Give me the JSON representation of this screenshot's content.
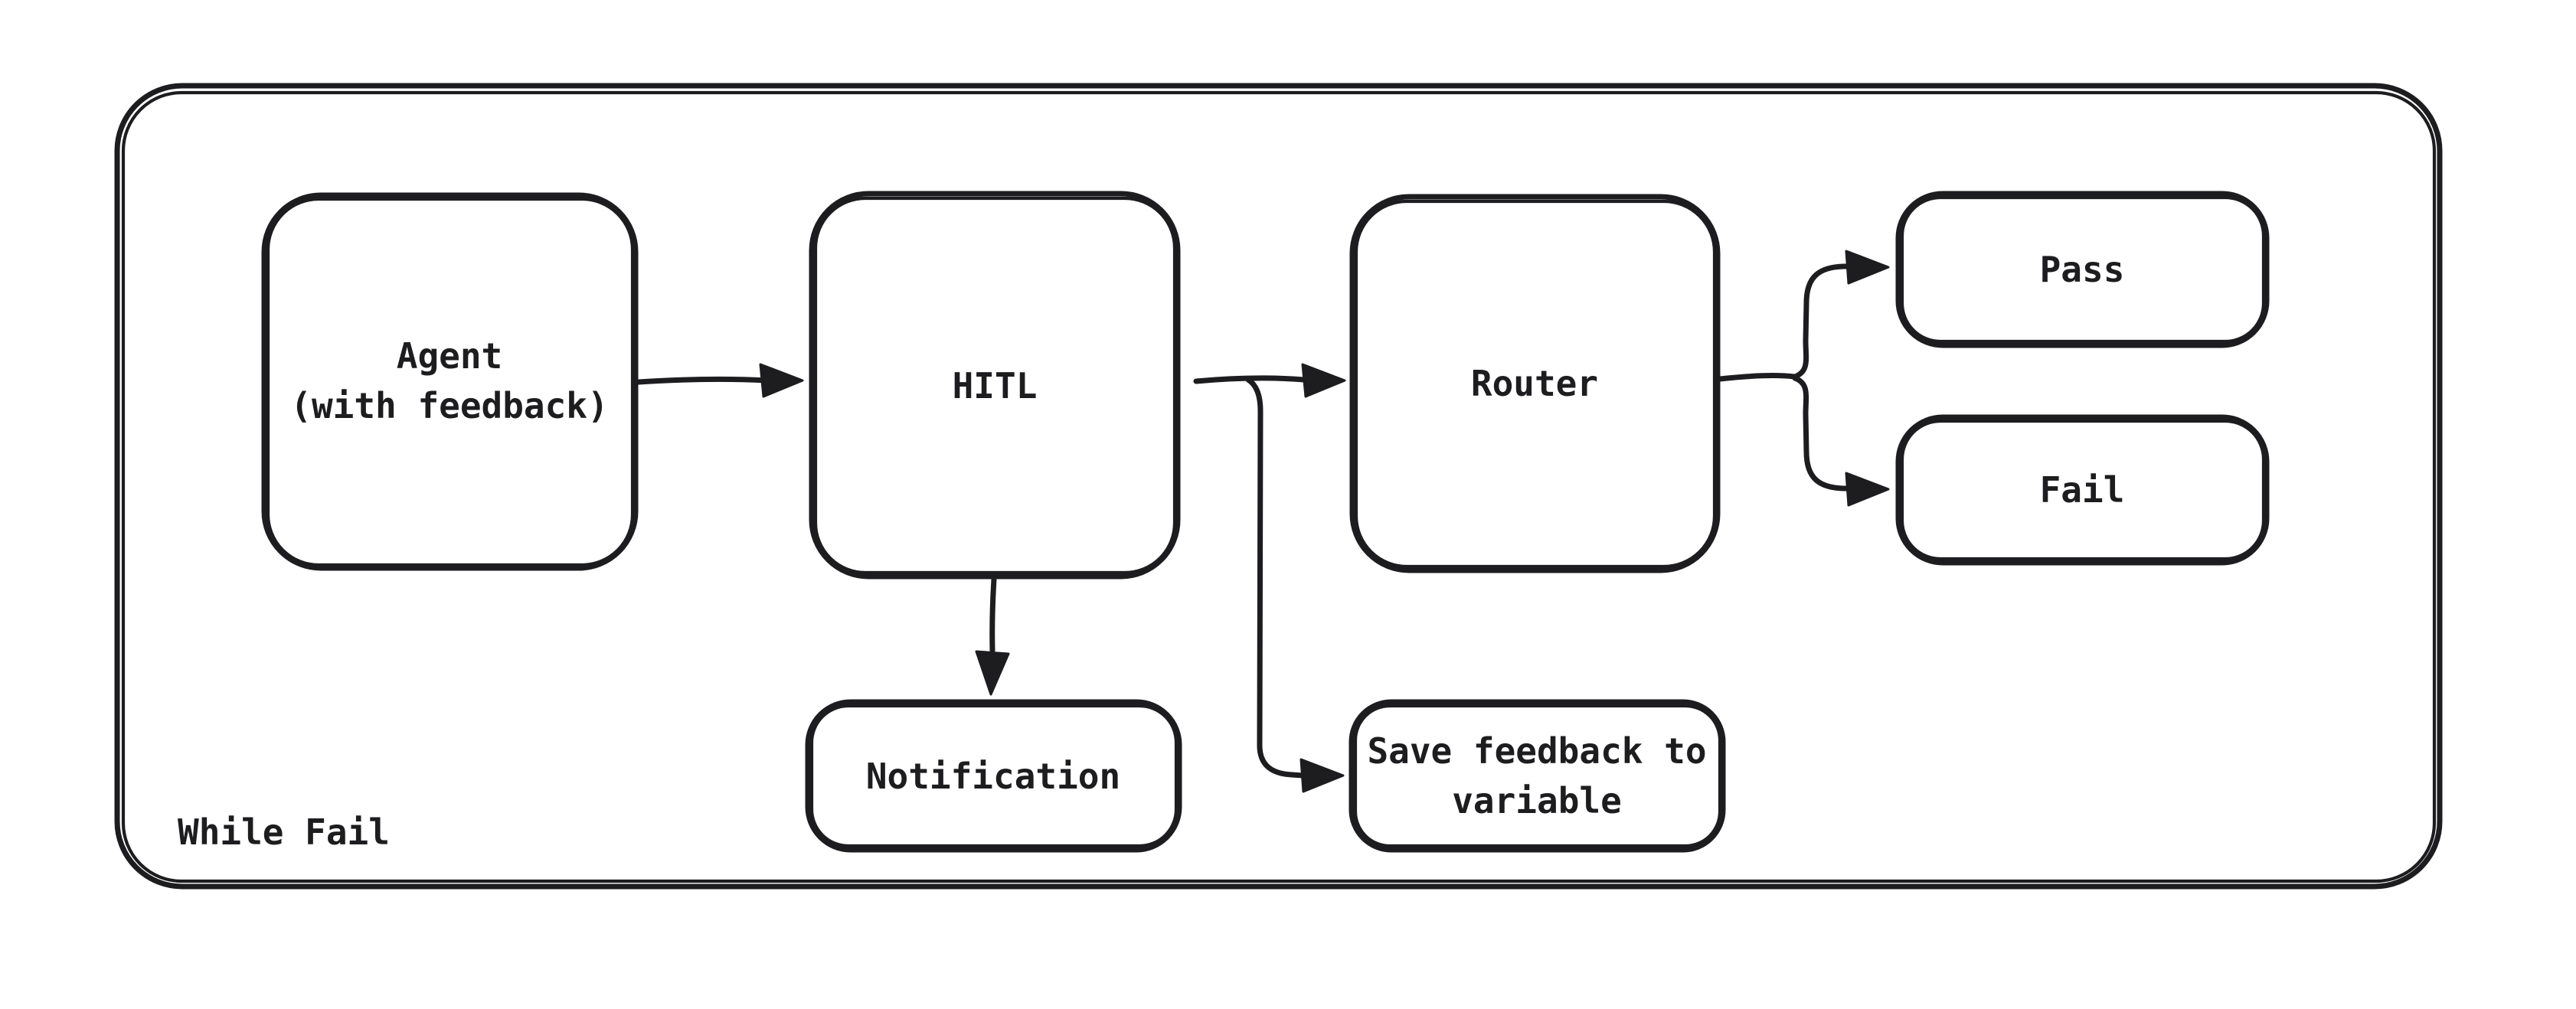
{
  "colors": {
    "ink": "#1d1d20",
    "background": "#ffffff"
  },
  "loop": {
    "label": "While Fail"
  },
  "nodes": {
    "agent": {
      "line1": "Agent",
      "line2": "(with feedback)"
    },
    "hitl": {
      "label": "HITL"
    },
    "router": {
      "label": "Router"
    },
    "pass": {
      "label": "Pass"
    },
    "fail": {
      "label": "Fail"
    },
    "notification": {
      "label": "Notification"
    },
    "save_feedback": {
      "line1": "Save feedback to",
      "line2": "variable"
    }
  }
}
